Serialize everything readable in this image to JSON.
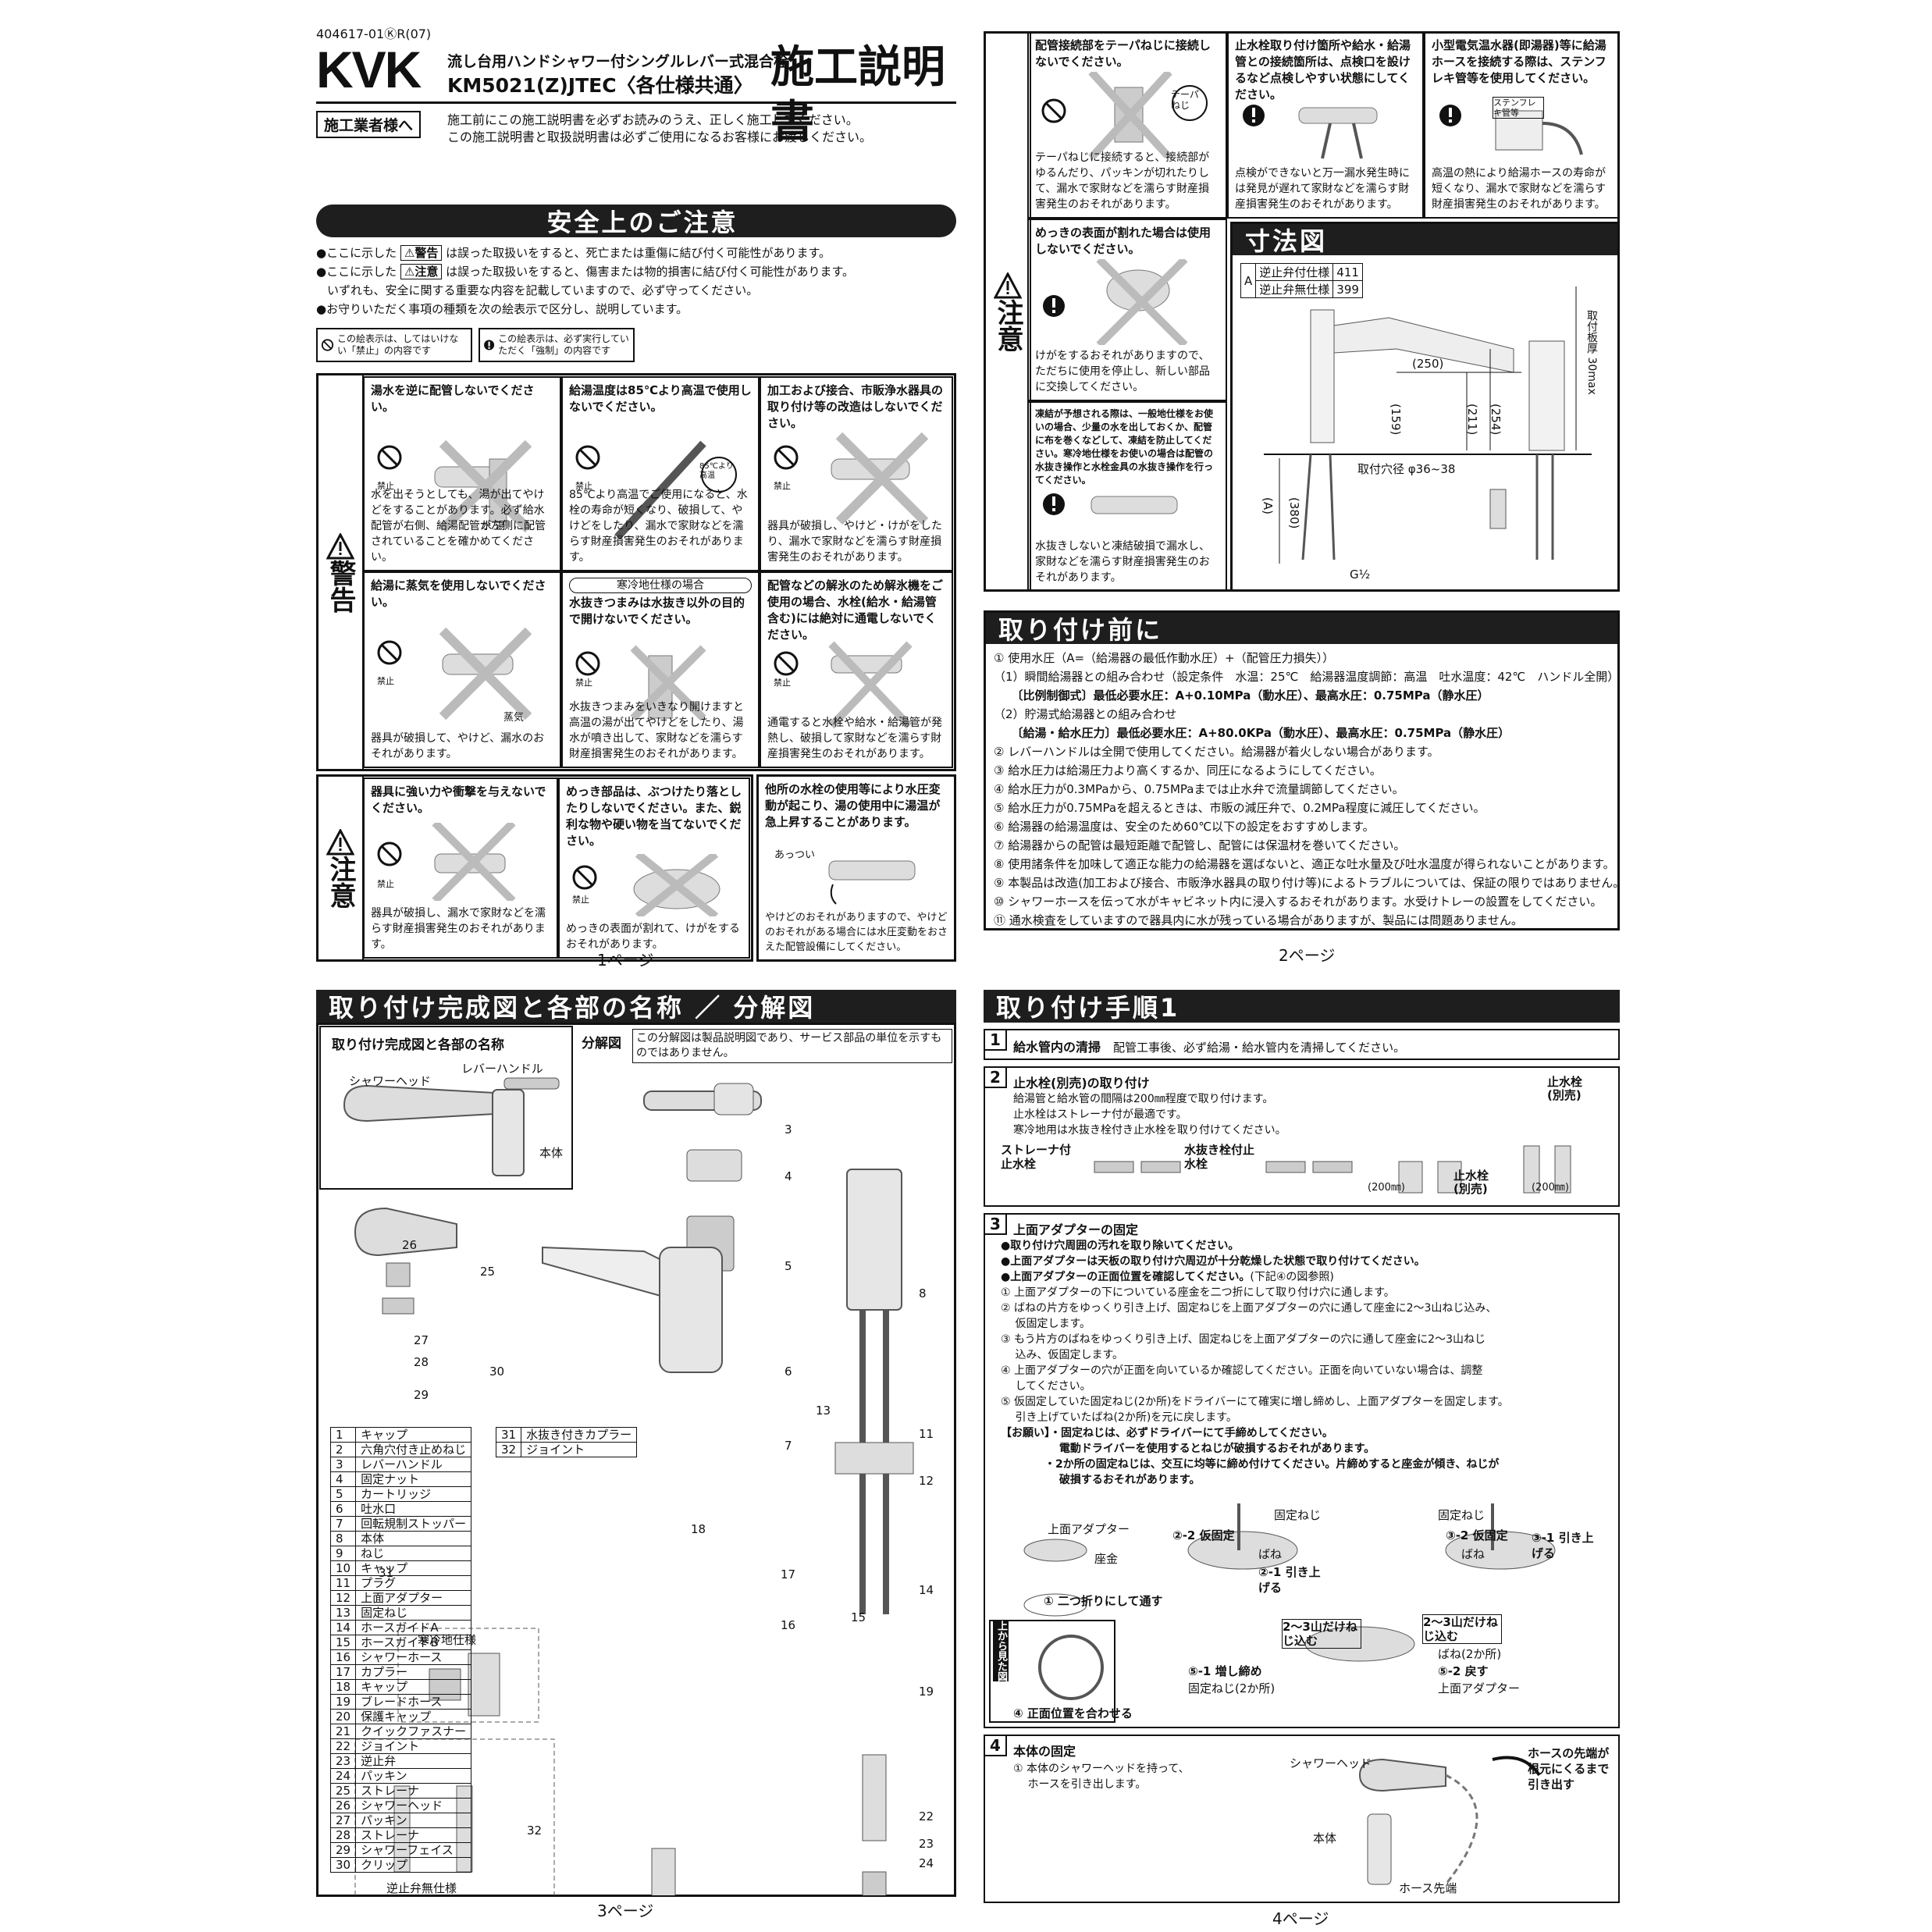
{
  "header": {
    "code": "404617-01ⓀR(07)",
    "brand": "KVK",
    "product_line1": "流し台用ハンドシャワー付シングルレバー式混合栓",
    "product_line2": "KM5021(Z)JTEC〈各仕様共通〉",
    "doc_title": "施工説明書",
    "installer_label": "施工業者様へ",
    "installer_note1": "施工前にこの施工説明書を必ずお読みのうえ、正しく施工してください。",
    "installer_note2": "この施工説明書と取扱説明書は必ずご使用になるお客様にお渡しください。"
  },
  "safety": {
    "banner": "安全上のご注意",
    "line1a": "●ここに示した",
    "warn_badge": "⚠警告",
    "line1b": "は誤った取扱いをすると、死亡または重傷に結び付く可能性があります。",
    "line2a": "●ここに示した",
    "caution_badge": "⚠注意",
    "line2b": "は誤った取扱いをすると、傷害または物的損害に結び付く可能性があります。",
    "line3": "いずれも、安全に関する重要な内容を記載していますので、必ず守ってください。",
    "line4": "●お守りいただく事項の種類を次の絵表示で区分し、説明しています。",
    "legend_prohibit": "この絵表示は、してはいけない「禁止」の内容です",
    "legend_mandatory": "この絵表示は、必ず実行していただく「強制」の内容です",
    "warning_label": "警告",
    "caution_label": "注意",
    "prohibit_small": "禁止",
    "cells": [
      {
        "h": "湯水を逆に配管しないでください。",
        "d": "水を出そうとしても、湯が出てやけどをすることがあります。必ず給水配管が右側、給湯配管が左側に配管されていることを確かめてください。",
        "tag": "水 湯"
      },
      {
        "h": "給湯温度は85℃より高温で使用しないでください。",
        "d": "85℃より高温でご使用になると、水栓の寿命が短くなり、破損して、やけどをしたり、漏水で家財などを濡らす財産損害発生のおそれがあります。",
        "tag": "85℃より高温"
      },
      {
        "h": "加工および接合、市販浄水器具の取り付け等の改造はしないでください。",
        "d": "器具が破損し、やけど・けがをしたり、漏水で家財などを濡らす財産損害発生のおそれがあります。",
        "tag": ""
      },
      {
        "h": "給湯に蒸気を使用しないでください。",
        "d": "器具が破損して、やけど、漏水のおそれがあります。",
        "tag": "蒸気"
      },
      {
        "h": "水抜きつまみは水抜き以外の目的で開けないでください。",
        "d": "水抜きつまみをいきなり開けますと高温の湯が出てやけどをしたり、湯水が噴き出して、家財などを濡らす財産損害発生のおそれがあります。",
        "tag": "寒冷地仕様の場合"
      },
      {
        "h": "配管などの解氷のため解氷機をご使用の場合、水栓(給水・給湯管含む)には絶対に通電しないでください。",
        "d": "通電すると水栓や給水・給湯管が発熱し、破損して家財などを濡らす財産損害発生のおそれがあります。",
        "tag": ""
      },
      {
        "h": "器具に強い力や衝撃を与えないでください。",
        "d": "器具が破損し、漏水で家財などを濡らす財産損害発生のおそれがあります。",
        "tag": ""
      },
      {
        "h": "めっき部品は、ぶつけたり落としたりしないでください。また、鋭利な物や硬い物を当てないでください。",
        "d": "めっきの表面が割れて、けがをするおそれがあります。",
        "tag": ""
      },
      {
        "h": "他所の水栓の使用等により水圧変動が起こり、湯の使用中に湯温が急上昇することがあります。",
        "d": "やけどのおそれがありますので、やけどのおそれがある場合には水圧変動をおさえた配管設備にしてください。",
        "tag": "あっつい"
      }
    ],
    "page_label": "1ページ"
  },
  "page2": {
    "caution_label": "注意",
    "top_cells": [
      {
        "h": "配管接続部をテーパねじに接続しないでください。",
        "d": "テーパねじに接続すると、接続部がゆるんだり、パッキンが切れたりして、漏水で家財などを濡らす財産損害発生のおそれがあります。",
        "tag": "テーパねじ"
      },
      {
        "h": "止水栓取り付け箇所や給水・給湯管との接続箇所は、点検口を設けるなど点検しやすい状態にしてください。",
        "d": "点検ができないと万一漏水発生時には発見が遅れて家財などを濡らす財産損害発生のおそれがあります。",
        "tag": ""
      },
      {
        "h": "小型電気温水器(即湯器)等に給湯ホースを接続する際は、ステンフレキ管等を使用してください。",
        "d": "高温の熱により給湯ホースの寿命が短くなり、漏水で家財などを濡らす財産損害発生のおそれがあります。",
        "tag": "ステンフレキ管等"
      }
    ],
    "mid_cell": {
      "h": "めっきの表面が割れた場合は使用しないでください。",
      "d": "けがをするおそれがありますので、ただちに使用を停止し、新しい部品に交換してください。"
    },
    "freeze_cell": {
      "h": "凍結が予想される際は、一般地仕様をお使いの場合、少量の水を出しておくか、配管に布を巻くなどして、凍結を防止してください。寒冷地仕様をお使いの場合は配管の水抜き操作と水栓金具の水抜き操作を行ってください。",
      "d": "水抜きしないと凍結破損で漏水し、家財などを濡らす財産損害発生のおそれがあります。"
    },
    "dims": {
      "banner": "寸法図",
      "table": [
        [
          "A",
          "逆止弁付仕様",
          "411"
        ],
        [
          "",
          "逆止弁無仕様",
          "399"
        ]
      ],
      "labels": [
        "(250)",
        "(159)",
        "(211)",
        "(254)",
        "(380)",
        "(A)",
        "取付板厚 30max",
        "取付穴径 φ36~38",
        "G½"
      ]
    },
    "before": {
      "banner": "取り付け前に",
      "lines": [
        "① 使用水圧（A=（給湯器の最低作動水圧）+（配管圧力損失））",
        "（1）瞬間給湯器との組み合わせ（設定条件　水温：25℃　給湯器温度調節：高温　吐水温度：42℃　ハンドル全開）",
        "　　〔比例制御式〕最低必要水圧：A+0.10MPa（動水圧）、最高水圧：0.75MPa（静水圧）",
        "（2）貯湯式給湯器との組み合わせ",
        "　　〔給湯・給水圧力〕最低必要水圧：A+80.0KPa（動水圧）、最高水圧：0.75MPa（静水圧）",
        "② レバーハンドルは全開で使用してください。給湯器が着火しない場合があります。",
        "③ 給水圧力は給湯圧力より高くするか、同圧になるようにしてください。",
        "④ 給水圧力が0.3MPaから、0.75MPaまでは止水弁で流量調節してください。",
        "⑤ 給水圧力が0.75MPaを超えるときは、市販の減圧弁で、0.2MPa程度に減圧してください。",
        "⑥ 給湯器の給湯温度は、安全のため60℃以下の設定をおすすめします。",
        "⑦ 給湯器からの配管は最短距離で配管し、配管には保温材を巻いてください。",
        "⑧ 使用諸条件を加味して適正な能力の給湯器を選ばないと、適正な吐水量及び吐水温度が得られないことがあります。",
        "⑨ 本製品は改造(加工および接合、市販浄水器具の取り付け等)によるトラブルについては、保証の限りではありません。",
        "⑩ シャワーホースを伝って水がキャビネット内に浸入するおそれがあります。水受けトレーの設置をしてください。",
        "⑪ 通水検査をしていますので器具内に水が残っている場合がありますが、製品には問題ありません。"
      ]
    },
    "page_label": "2ページ"
  },
  "page3": {
    "banner": "取り付け完成図と各部の名称 ／ 分解図",
    "complete_title": "取り付け完成図と各部の名称",
    "complete_labels": [
      "シャワーヘッド",
      "レバーハンドル",
      "本体"
    ],
    "exploded_title": "分解図",
    "exploded_note": "この分解図は製品説明図であり、サービス部品の単位を示すものではありません。",
    "parts": [
      [
        "1",
        "キャップ"
      ],
      [
        "2",
        "六角穴付き止めねじ"
      ],
      [
        "3",
        "レバーハンドル"
      ],
      [
        "4",
        "固定ナット"
      ],
      [
        "5",
        "カートリッジ"
      ],
      [
        "6",
        "吐水口"
      ],
      [
        "7",
        "回転規制ストッパー"
      ],
      [
        "8",
        "本体"
      ],
      [
        "9",
        "ねじ"
      ],
      [
        "10",
        "キャップ"
      ],
      [
        "11",
        "プラグ"
      ],
      [
        "12",
        "上面アダプター"
      ],
      [
        "13",
        "固定ねじ"
      ],
      [
        "14",
        "ホースガイドA"
      ],
      [
        "15",
        "ホースガイドB"
      ],
      [
        "16",
        "シャワーホース"
      ],
      [
        "17",
        "カプラー"
      ],
      [
        "18",
        "キャップ"
      ],
      [
        "19",
        "ブレードホース"
      ],
      [
        "20",
        "保護キャップ"
      ],
      [
        "21",
        "クイックファスナー"
      ],
      [
        "22",
        "ジョイント"
      ],
      [
        "23",
        "逆止弁"
      ],
      [
        "24",
        "パッキン"
      ],
      [
        "25",
        "ストレーナ"
      ],
      [
        "26",
        "シャワーヘッド"
      ],
      [
        "27",
        "パッキン"
      ],
      [
        "28",
        "ストレーナ"
      ],
      [
        "29",
        "シャワーフェイス"
      ],
      [
        "30",
        "クリップ"
      ]
    ],
    "parts_extra": [
      [
        "31",
        "水抜き付きカプラー"
      ],
      [
        "32",
        "ジョイント"
      ]
    ],
    "cold_label": "寒冷地仕様",
    "nocheck_label": "逆止弁無仕様",
    "page_label": "3ページ"
  },
  "page4": {
    "banner": "取り付け手順1",
    "step1": {
      "no": "1",
      "title": "給水管内の清掃",
      "text": "配管工事後、必ず給湯・給水管内を清掃してください。"
    },
    "step2": {
      "no": "2",
      "title": "止水栓(別売)の取り付け",
      "lines": [
        "給湯管と給水管の間隔は200㎜程度で取り付けます。",
        "止水栓はストレーナ付が最適です。",
        "寒冷地用は水抜き栓付き止水栓を取り付けてください。"
      ],
      "labels": [
        "ストレーナ付止水栓",
        "水抜き栓付止水栓",
        "止水栓(別売)",
        "止水栓(別売)",
        "(200㎜)",
        "(200㎜)"
      ]
    },
    "step3": {
      "no": "3",
      "title": "上面アダプターの固定",
      "bold_lines": [
        "●取り付け穴周囲の汚れを取り除いてください。",
        "●上面アダプターは天板の取り付け穴周辺が十分乾燥した状態で取り付けてください。",
        "●上面アダプターの正面位置を確認してください。"
      ],
      "bold_suffix": "(下記④の図参照)",
      "lines": [
        "① 上面アダプターの下についている座金を二つ折にして取り付け穴に通します。",
        "② ばねの片方をゆっくり引き上げ、固定ねじを上面アダプターの穴に通して座金に2～3山ねじ込み、",
        "　 仮固定します。",
        "③ もう片方のばねをゆっくり引き上げ、固定ねじを上面アダプターの穴に通して座金に2～3山ねじ",
        "　 込み、仮固定します。",
        "④ 上面アダプターの穴が正面を向いているか確認してください。正面を向いていない場合は、調整",
        "　 してください。",
        "⑤ 仮固定していた固定ねじ(2か所)をドライバーにて確実に増し締めし、上面アダプターを固定します。",
        "　 引き上げていたばね(2か所)を元に戻します。"
      ],
      "request_lines": [
        "【お願い】・固定ねじは、必ずドライバーにて手締めしてください。",
        "　　　　　 電動ドライバーを使用するとねじが破損するおそれがあります。",
        "　　　　・2か所の固定ねじは、交互に均等に締め付けてください。片締めすると座金が傾き、ねじが",
        "　　　　　 破損するおそれがあります。"
      ],
      "labels": [
        "上面アダプター",
        "座金",
        "① 二つ折りにして通す",
        "固定ねじ",
        "②-2 仮固定",
        "ばね",
        "②-1 引き上げる",
        "2～3山だけねじ込む",
        "固定ねじ",
        "③-2 仮固定",
        "ばね",
        "③-1 引き上げる",
        "2～3山だけねじ込む",
        "上から見た図",
        "④ 正面位置を合わせる",
        "ばね(2か所)",
        "⑤-2 戻す",
        "上面アダプター",
        "⑤-1 増し締め",
        "固定ねじ(2か所)"
      ]
    },
    "step4": {
      "no": "4",
      "title": "本体の固定",
      "lines": [
        "① 本体のシャワーヘッドを持って、",
        "　 ホースを引き出します。"
      ],
      "labels": [
        "シャワーヘッド",
        "ホースの先端が根元にくるまで引き出す",
        "本体",
        "ホース先端"
      ]
    },
    "page_label": "4ページ"
  }
}
